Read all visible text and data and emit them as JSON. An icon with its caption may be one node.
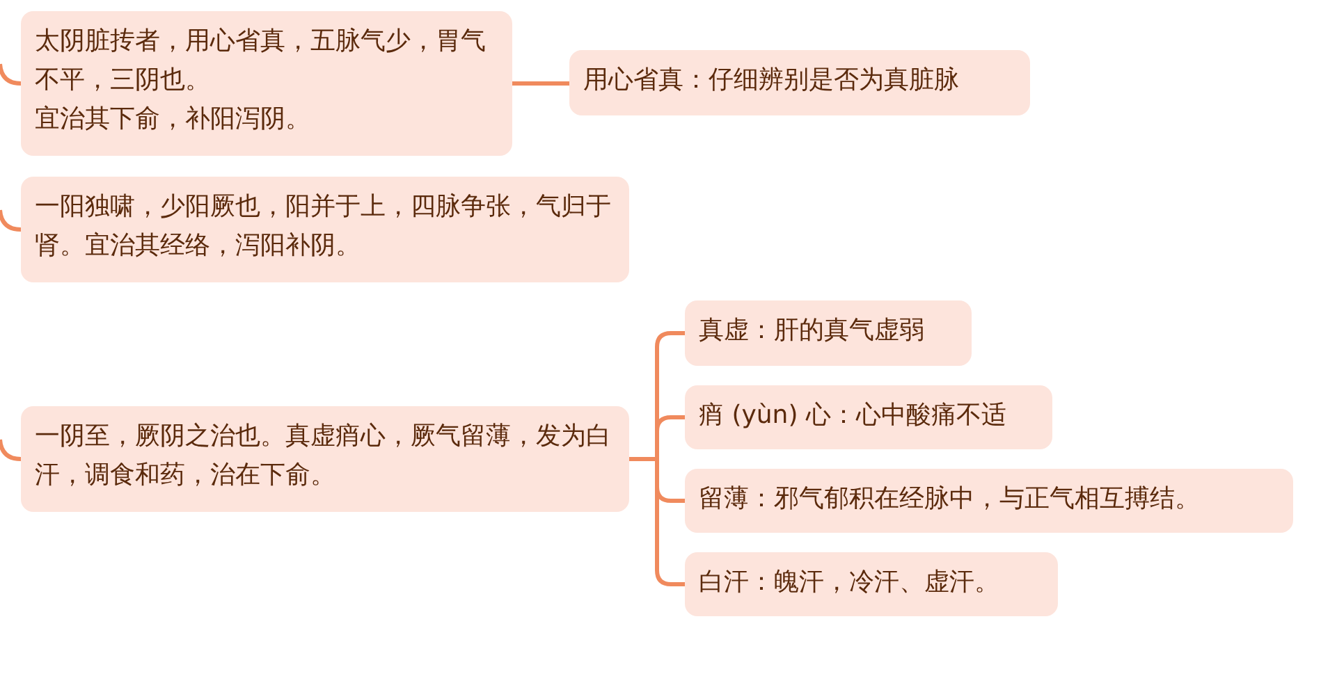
{
  "diagram": {
    "nodes": [
      {
        "text": [
          "太阴脏抟者，用心省真，五脉气少，胃气不平，三阴也。",
          "宜治其下俞，补阳泻阴。"
        ]
      },
      {
        "text": [
          "用心省真：仔细辨别是否为真脏脉"
        ]
      },
      {
        "text": [
          "一阳独啸，少阳厥也，阳并于上，四脉争张，气归于肾。宜治其经络，泻阳补阴。"
        ]
      },
      {
        "text": [
          "一阴至，厥阴之治也。真虚痟心，厥气留薄，发为白汗，调食和药，治在下俞。"
        ]
      },
      {
        "text": [
          "真虚：肝的真气虚弱"
        ]
      },
      {
        "text": [
          "痟 (yùn) 心：心中酸痛不适"
        ]
      },
      {
        "text": [
          "留薄：邪气郁积在经脉中，与正气相互搏结。"
        ]
      },
      {
        "text": [
          "白汗：魄汗，冷汗、虚汗。"
        ]
      }
    ],
    "edges": [
      {
        "from": null,
        "to": 0,
        "arrow": "none"
      },
      {
        "from": null,
        "to": 2,
        "arrow": "none"
      },
      {
        "from": null,
        "to": 3,
        "arrow": "none"
      },
      {
        "from": 0,
        "to": 1,
        "arrow": "none"
      },
      {
        "from": 3,
        "to": 4,
        "arrow": "none"
      },
      {
        "from": 3,
        "to": 5,
        "arrow": "none"
      },
      {
        "from": 3,
        "to": 6,
        "arrow": "none"
      },
      {
        "from": 3,
        "to": 7,
        "arrow": "none"
      }
    ]
  }
}
